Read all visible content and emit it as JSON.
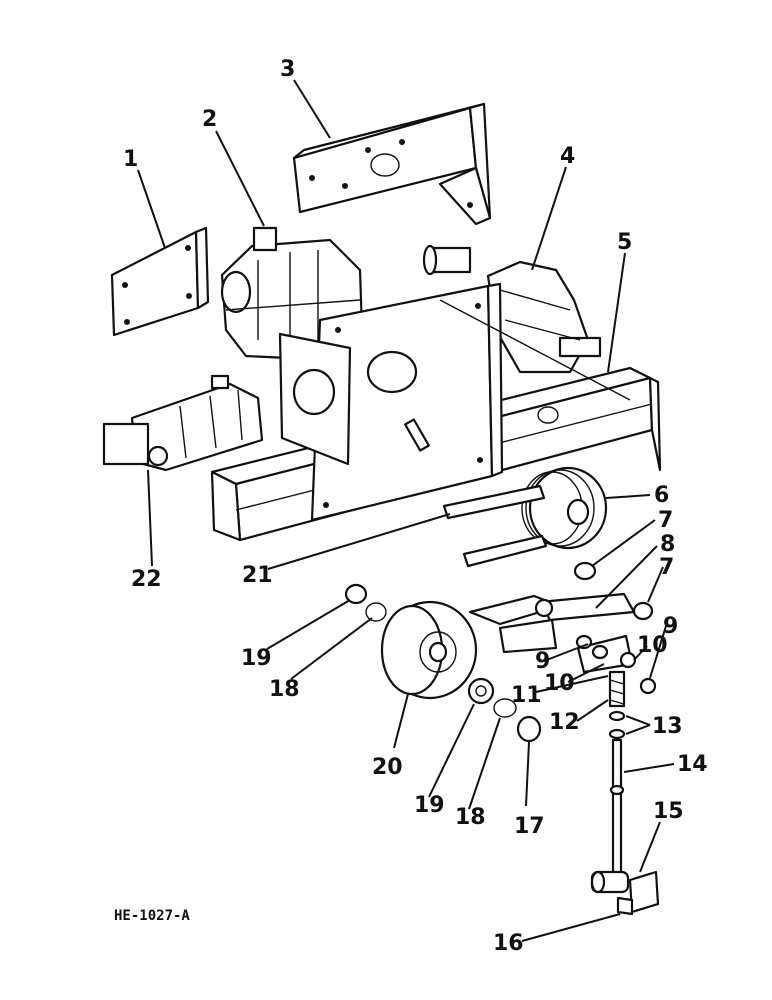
{
  "diagram": {
    "reference_code": "HE-1027-A",
    "callouts": [
      {
        "id": "c1",
        "label": "1"
      },
      {
        "id": "c2",
        "label": "2"
      },
      {
        "id": "c3",
        "label": "3"
      },
      {
        "id": "c4",
        "label": "4"
      },
      {
        "id": "c5",
        "label": "5"
      },
      {
        "id": "c6",
        "label": "6"
      },
      {
        "id": "c7a",
        "label": "7"
      },
      {
        "id": "c7b",
        "label": "7"
      },
      {
        "id": "c8",
        "label": "8"
      },
      {
        "id": "c9a",
        "label": "9"
      },
      {
        "id": "c9b",
        "label": "9"
      },
      {
        "id": "c10a",
        "label": "10"
      },
      {
        "id": "c10b",
        "label": "10"
      },
      {
        "id": "c11",
        "label": "11"
      },
      {
        "id": "c12",
        "label": "12"
      },
      {
        "id": "c13",
        "label": "13"
      },
      {
        "id": "c14",
        "label": "14"
      },
      {
        "id": "c15",
        "label": "15"
      },
      {
        "id": "c16",
        "label": "16"
      },
      {
        "id": "c17",
        "label": "17"
      },
      {
        "id": "c18a",
        "label": "18"
      },
      {
        "id": "c18b",
        "label": "18"
      },
      {
        "id": "c19a",
        "label": "19"
      },
      {
        "id": "c19b",
        "label": "19"
      },
      {
        "id": "c20",
        "label": "20"
      },
      {
        "id": "c21",
        "label": "21"
      },
      {
        "id": "c22",
        "label": "22"
      }
    ]
  }
}
